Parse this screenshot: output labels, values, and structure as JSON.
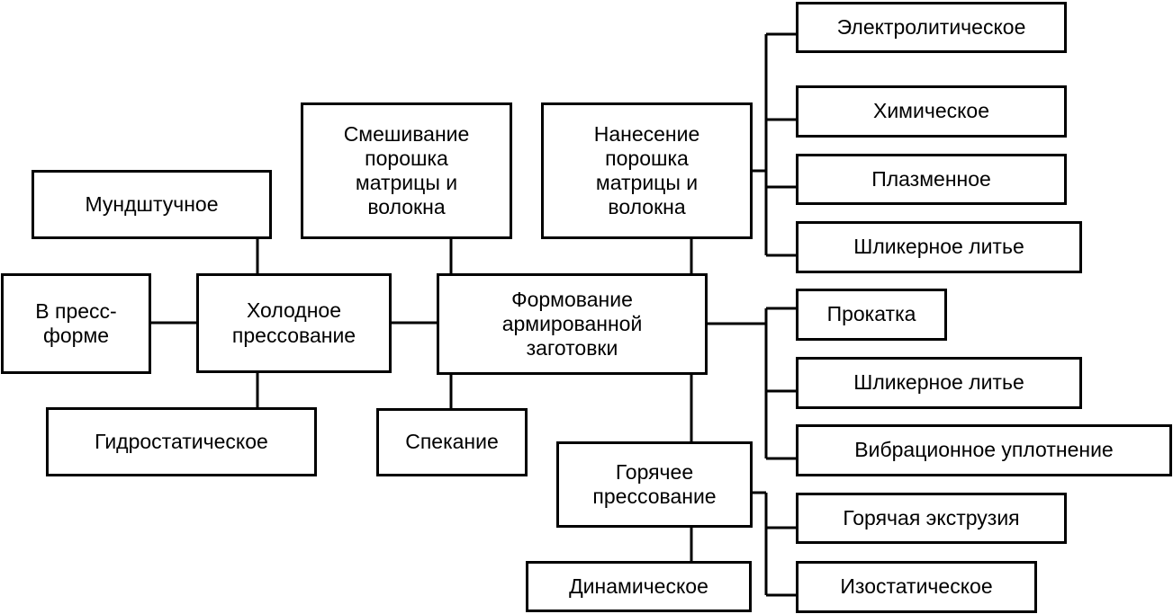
{
  "nodes": {
    "center": "Формование\nармированной\nзаготовки",
    "mixing": "Смешивание\nпорошка\nматрицы и\nволокна",
    "coating": "Нанесение\nпорошка\nматрицы и\nволокна",
    "electrolytic": "Электролитическое",
    "chemical": "Химическое",
    "plasma": "Плазменное",
    "slip_casting_top": "Шликерное литье",
    "rolling": "Прокатка",
    "slip_casting_mid": "Шликерное литье",
    "vibration": "Вибрационное уплотнение",
    "hot_pressing": "Горячее\nпрессование",
    "hot_extrusion": "Горячая экструзия",
    "isostatic": "Изостатическое",
    "dynamic": "Динамическое",
    "sintering": "Спекание",
    "cold_pressing": "Холодное\nпрессование",
    "mouthpiece": "Мундштучное",
    "in_mold": "В пресс-\nформе",
    "hydrostatic": "Гидростатическое"
  }
}
